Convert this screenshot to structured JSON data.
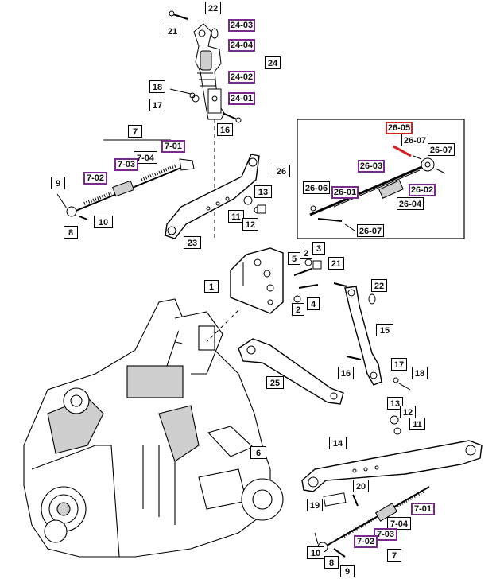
{
  "colors": {
    "line": "#000000",
    "shading": "#cfcfcf",
    "purple": "#7a2a8c",
    "red": "#d62020"
  },
  "callouts": {
    "c21a": "21",
    "c22a": "22",
    "c24_03": "24-03",
    "c24_04": "24-04",
    "c24": "24",
    "c24_02": "24-02",
    "c24_01": "24-01",
    "c18a": "18",
    "c17a": "17",
    "c16a": "16",
    "c7a": "7",
    "c7_01a": "7-01",
    "c7_04a": "7-04",
    "c7_03a": "7-03",
    "c7_02a": "7-02",
    "c9a": "9",
    "c8a": "8",
    "c10a": "10",
    "c23": "23",
    "c13a": "13",
    "c11a": "11",
    "c12a": "12",
    "c26_05": "26-05",
    "c26_07a": "26-07",
    "c26_07b": "26-07",
    "c26": "26",
    "c26_03": "26-03",
    "c26_06": "26-06",
    "c26_01": "26-01",
    "c26_02": "26-02",
    "c26_04": "26-04",
    "c26_07c": "26-07",
    "c3": "3",
    "c2": "2",
    "c5": "5",
    "c21b": "21",
    "c1": "1",
    "c22b": "22",
    "c2b": "2",
    "c4": "4",
    "c15": "15",
    "c25": "25",
    "c16b": "16",
    "c17b": "17",
    "c18b": "18",
    "c13b": "13",
    "c12b": "12",
    "c11b": "11",
    "c6": "6",
    "c14": "14",
    "c20": "20",
    "c19": "19",
    "c7_01b": "7-01",
    "c7_04b": "7-04",
    "c7_03b": "7-03",
    "c7_02b": "7-02",
    "c10b": "10",
    "c8b": "8",
    "c9b": "9",
    "c7b": "7"
  }
}
